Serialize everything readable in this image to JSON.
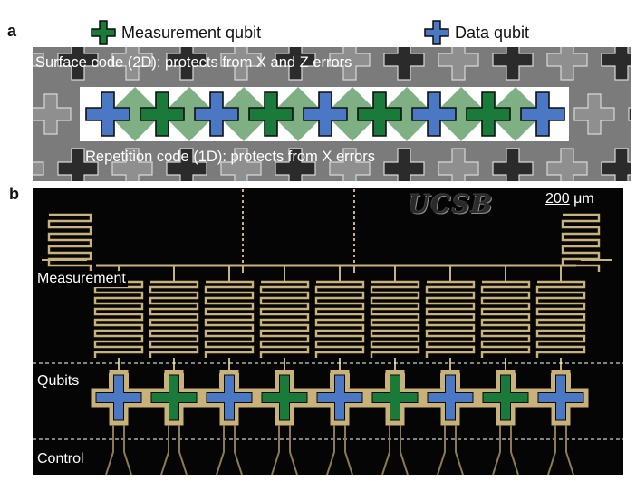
{
  "panels": {
    "a": "a",
    "b": "b"
  },
  "legend": {
    "measurement": {
      "label": "Measurement qubit",
      "color": "#1a7a3a"
    },
    "data": {
      "label": "Data qubit",
      "color": "#4a78c4"
    }
  },
  "panel_a": {
    "surface_label": "Surface code (2D): protects from X and Z errors",
    "repetition_label": "Repetition code (1D): protects from X errors",
    "qubit_row": [
      "data",
      "measurement",
      "data",
      "measurement",
      "data",
      "measurement",
      "data",
      "measurement",
      "data"
    ]
  },
  "panel_b": {
    "logo": "UCSB",
    "scale_bar": {
      "value": "200",
      "unit": "μm"
    },
    "section_labels": {
      "measurement": "Measurement",
      "qubits": "Qubits",
      "control": "Control"
    },
    "qubit_row": [
      "data",
      "measurement",
      "data",
      "measurement",
      "data",
      "measurement",
      "data",
      "measurement",
      "data"
    ]
  }
}
